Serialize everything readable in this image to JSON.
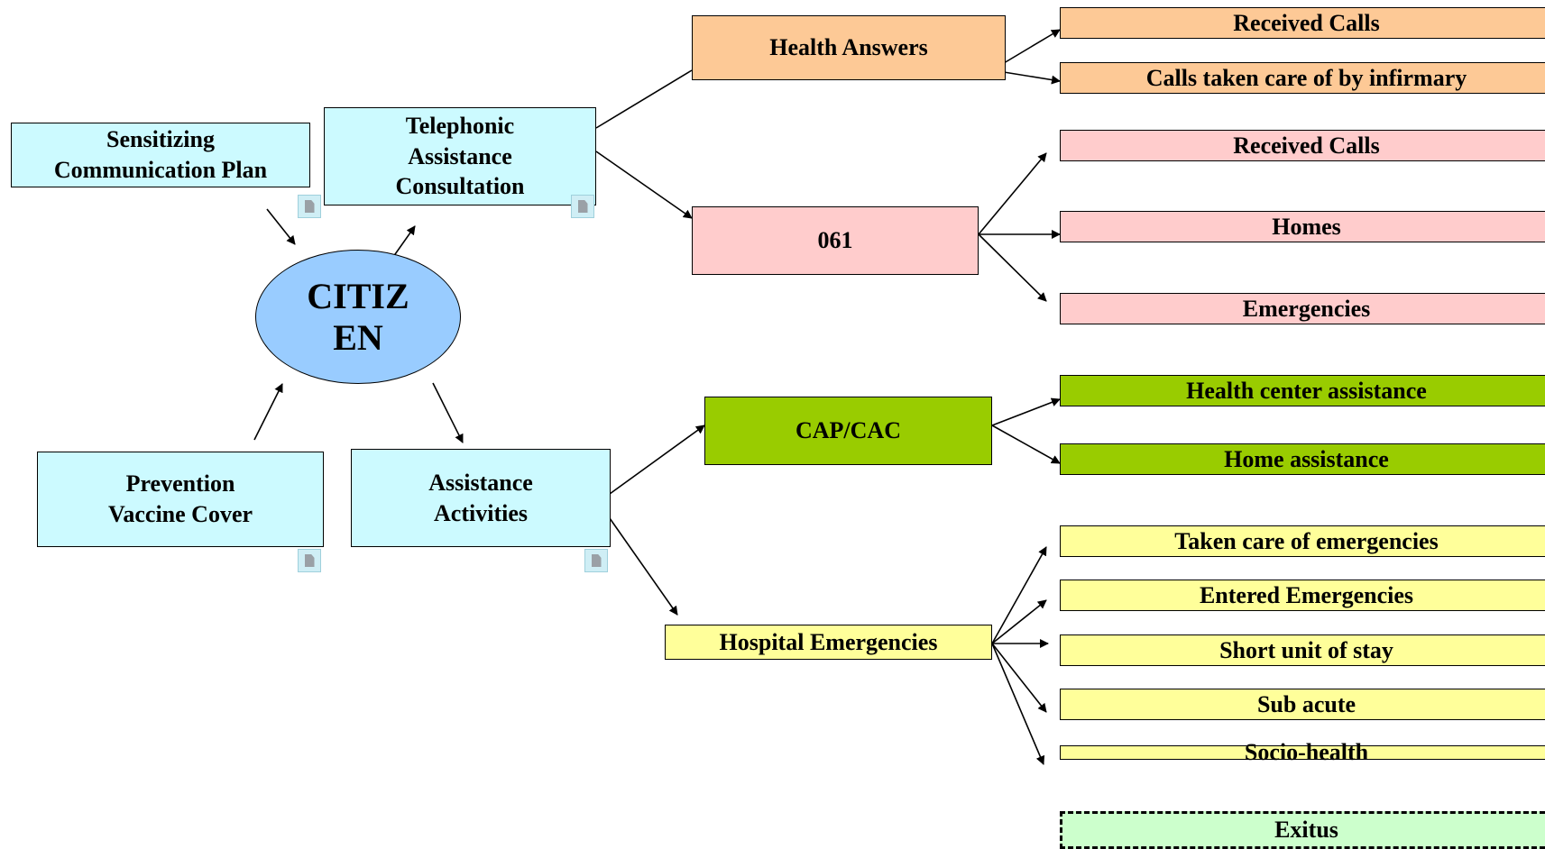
{
  "center": {
    "label_line1": "CITIZ",
    "label_line2": "EN"
  },
  "nodes": {
    "sensitizing": {
      "line1": "Sensitizing",
      "line2": "Communication Plan"
    },
    "telephonic": {
      "line1": "Telephonic",
      "line2": "Assistance",
      "line3": "Consultation"
    },
    "prevention": {
      "line1": "Prevention",
      "line2": "Vaccine Cover"
    },
    "assistance": {
      "line1": "Assistance",
      "line2": "Activities"
    }
  },
  "branches": {
    "health_answers": {
      "label": "Health Answers",
      "children": [
        "Received Calls",
        "Calls taken care of by infirmary"
      ]
    },
    "line_061": {
      "label": "061",
      "children": [
        "Received Calls",
        "Homes",
        "Emergencies"
      ]
    },
    "cap_cac": {
      "label": "CAP/CAC",
      "children": [
        "Health center assistance",
        "Home assistance"
      ]
    },
    "hospital": {
      "label": "Hospital Emergencies",
      "children": [
        "Taken care of emergencies",
        "Entered Emergencies",
        "Short unit of stay",
        "Sub acute",
        "Socio-health"
      ]
    }
  },
  "exitus": "Exitus",
  "colors": {
    "cyan": "#ccfaff",
    "peach": "#fdc996",
    "pink": "#ffcccc",
    "green": "#99cc00",
    "yellow": "#ffff9a",
    "center": "#99ccff",
    "exitus": "#ccffcc"
  },
  "icons": {
    "note": "note-page-icon"
  }
}
